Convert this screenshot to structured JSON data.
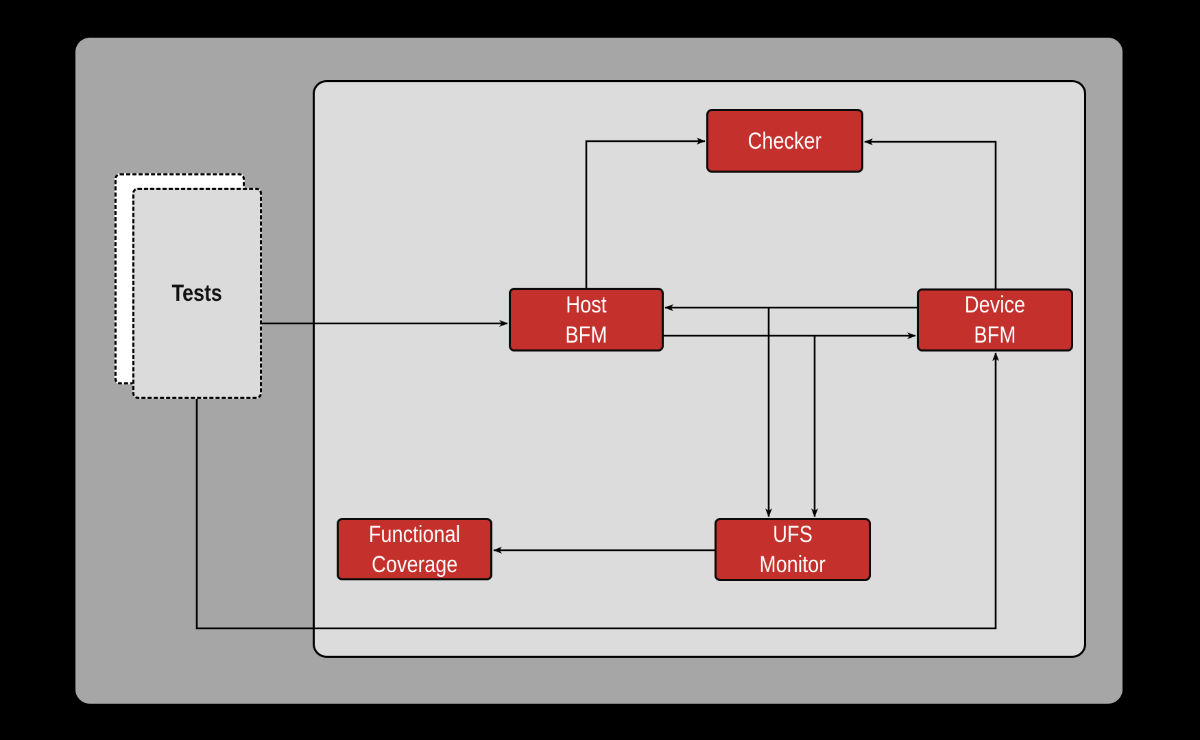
{
  "diagram": {
    "description": "Verification testbench block diagram",
    "nodes": {
      "tests": {
        "label": "Tests"
      },
      "checker": {
        "label": "Checker"
      },
      "host_bfm": {
        "line1": "Host",
        "line2": "BFM"
      },
      "device_bfm": {
        "line1": "Device",
        "line2": "BFM"
      },
      "ufs_monitor": {
        "line1": "UFS",
        "line2": "Monitor"
      },
      "functional_coverage": {
        "line1": "Functional",
        "line2": "Coverage"
      }
    },
    "edges": [
      {
        "from": "Tests",
        "to": "Host BFM"
      },
      {
        "from": "Host BFM",
        "to": "Checker"
      },
      {
        "from": "Device BFM",
        "to": "Checker"
      },
      {
        "from": "Device BFM",
        "to": "Host BFM"
      },
      {
        "from": "Host BFM",
        "to": "Device BFM"
      },
      {
        "from": "Device BFM to Host BFM link",
        "to": "UFS Monitor"
      },
      {
        "from": "Host BFM to Device BFM link",
        "to": "UFS Monitor"
      },
      {
        "from": "UFS Monitor",
        "to": "Functional Coverage"
      },
      {
        "from": "Tests",
        "to": "Device BFM"
      }
    ],
    "colors": {
      "background": "#000000",
      "outer_box_fill": "#A6A6A6",
      "inner_box_fill": "#DCDCDC",
      "node_fill": "#C4302B",
      "node_text": "#FFFFFF",
      "tests_back_fill": "#FFFFFF",
      "tests_front_fill": "#DBDBDB",
      "line": "#000000"
    }
  }
}
